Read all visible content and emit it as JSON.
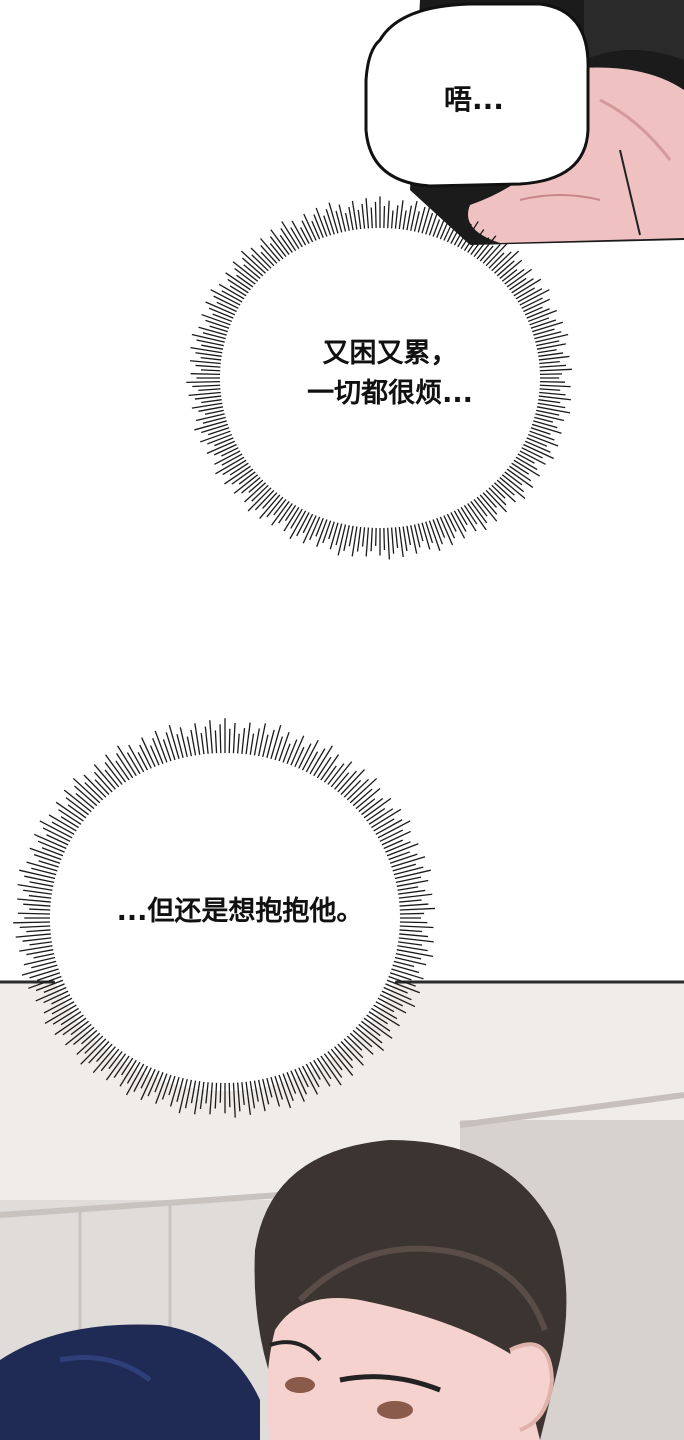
{
  "panel_top": {
    "speech_bubble": "唔...",
    "thought_bubble": [
      "又困又累，",
      "一切都很烦..."
    ]
  },
  "panel_bottom": {
    "thought_bubble": "...但还是想抱抱他。"
  },
  "colors": {
    "background": "#ffffff",
    "skin": "#efc1c0",
    "hair": "#3b3431",
    "hair_dark_blue": "#1f2a55",
    "wall": "#e7e2e0",
    "ink": "#111111"
  }
}
